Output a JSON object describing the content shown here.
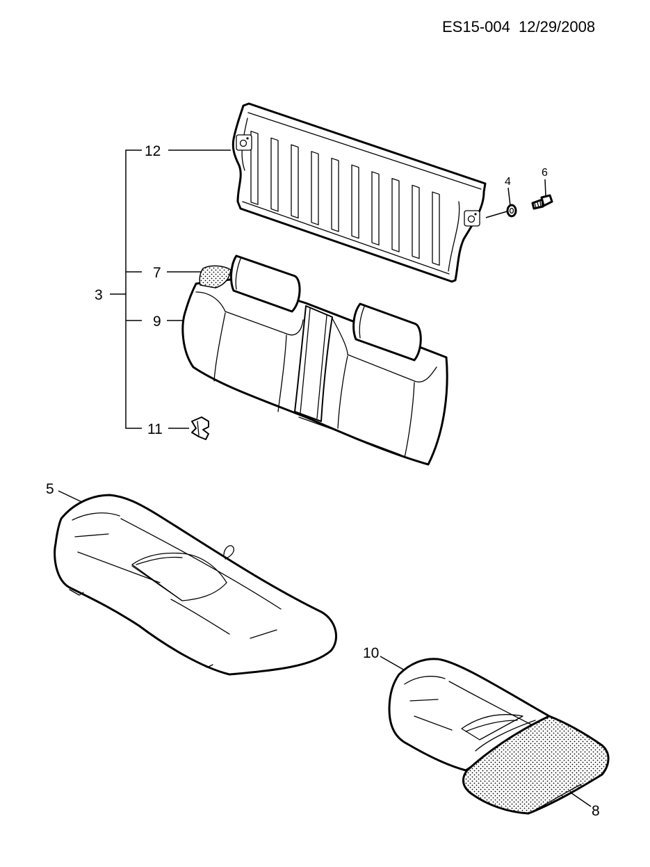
{
  "header": {
    "ref": "ES15-004",
    "date": "12/29/2008"
  },
  "callouts": {
    "c3": "3",
    "c4": "4",
    "c5": "5",
    "c6": "6",
    "c7": "7",
    "c8": "8",
    "c9": "9",
    "c10": "10",
    "c11": "11",
    "c12": "12"
  },
  "colors": {
    "ink": "#000000",
    "paper": "#ffffff"
  }
}
